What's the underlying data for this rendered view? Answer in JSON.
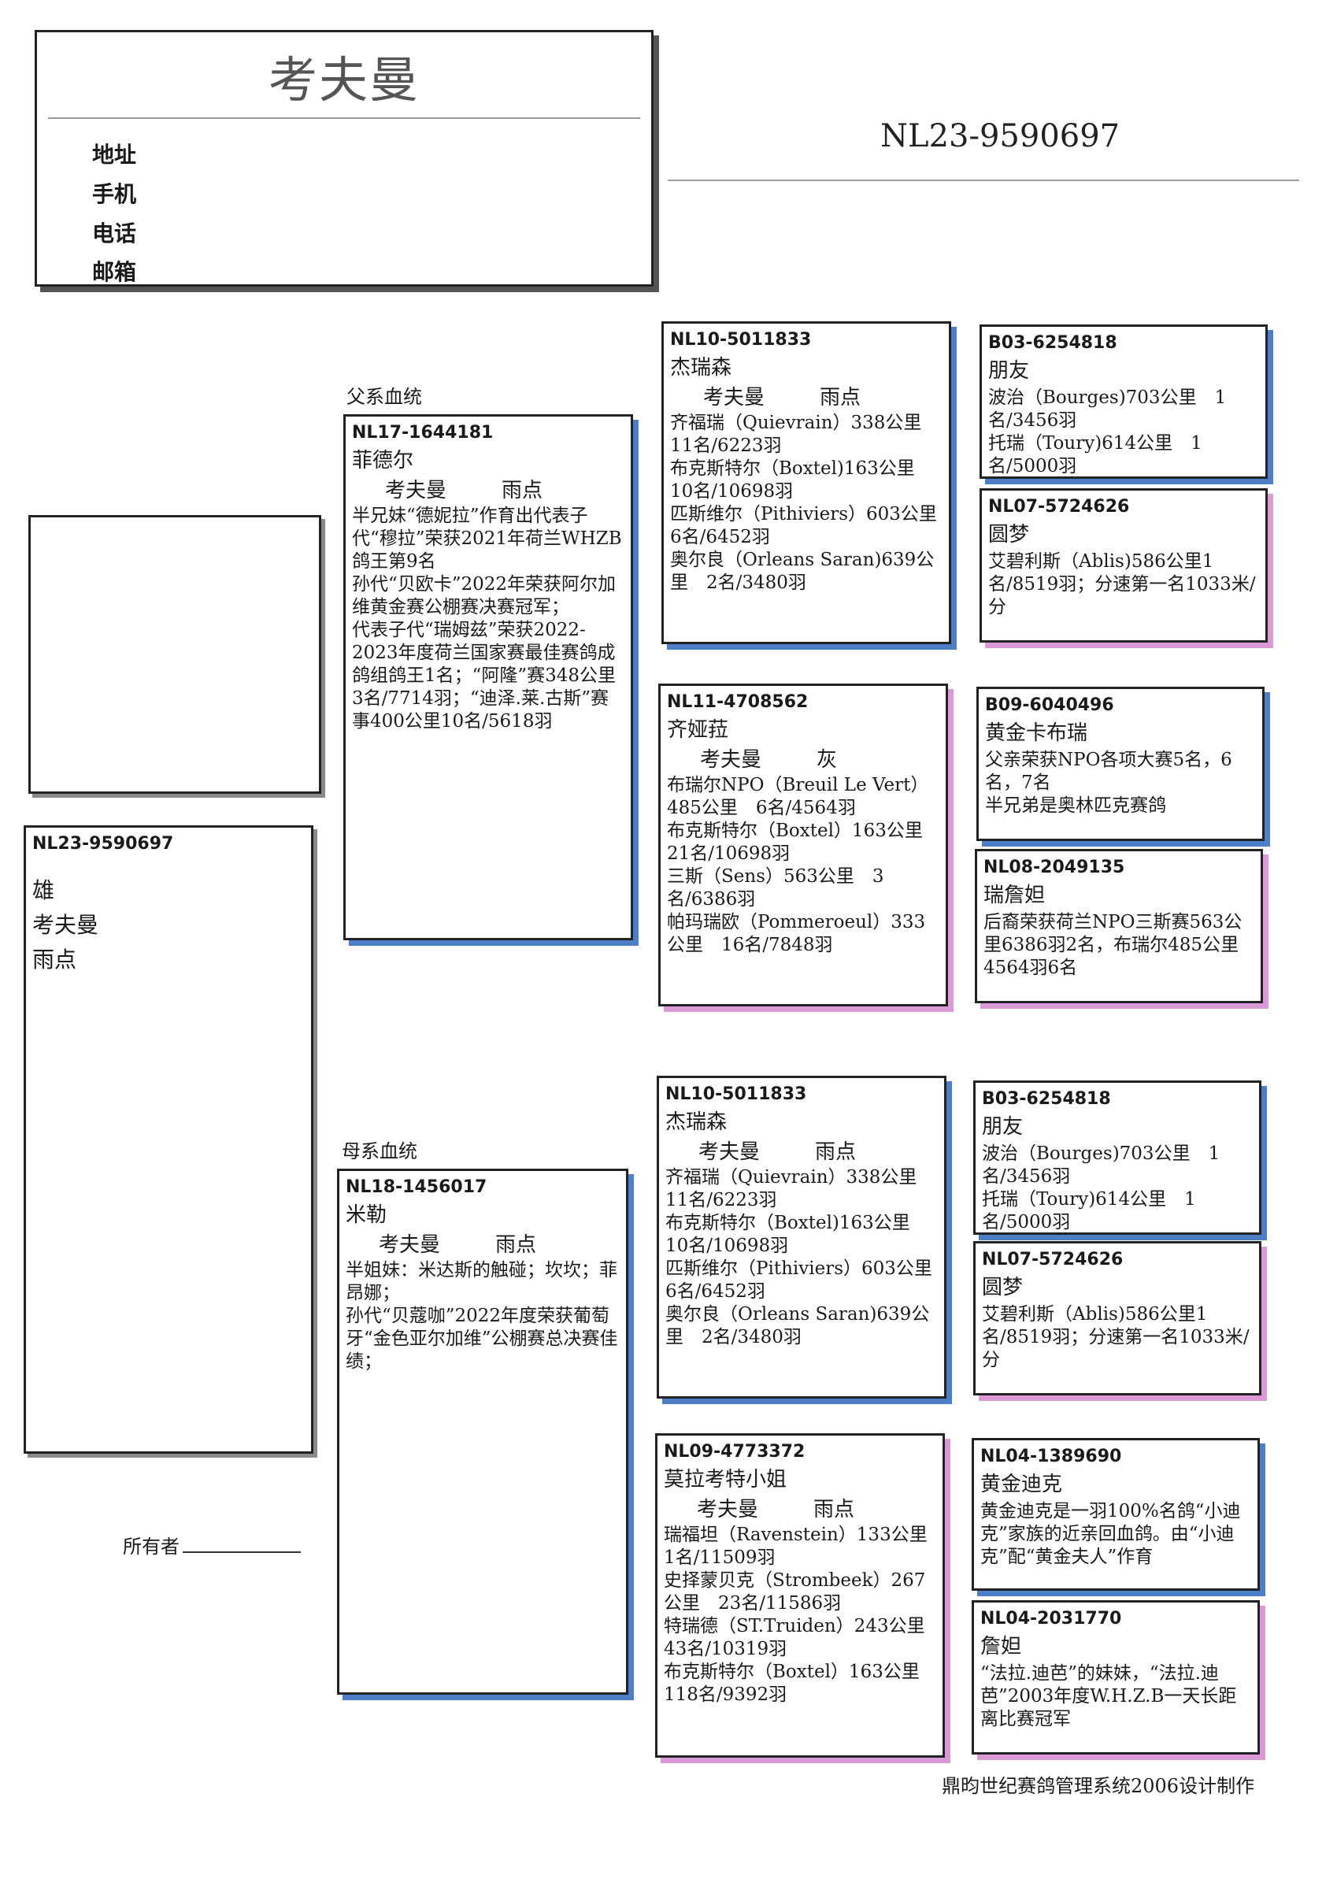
{
  "header": {
    "owner_name": "考夫曼",
    "labels": [
      "地址",
      "手机",
      "电话",
      "邮箱"
    ]
  },
  "ring_number": "NL23-9590697",
  "subject": {
    "ring": "NL23-9590697",
    "sex": "雄",
    "breeder": "考夫曼",
    "color": "雨点"
  },
  "sections": {
    "sire_label": "父系血统",
    "dam_label": "母系血统"
  },
  "owner": {
    "label": "所有者"
  },
  "footer": "鼎昀世纪赛鸽管理系统2006设计制作",
  "sire": {
    "ring": "NL17-1644181",
    "name": "菲德尔",
    "breeder": "考夫曼",
    "color": "雨点",
    "lines": [
      "半兄妹“德妮拉”作育出代表子代“穆拉”荣获2021年荷兰WHZB鸽王第9名",
      "孙代“贝欧卡”2022年荣获阿尔加维黄金赛公棚赛决赛冠军；",
      "代表子代“瑞姆兹”荣获2022-2023年度荷兰国家赛最佳赛鸽成鸽组鸽王1名；“阿隆”赛348公里3名/7714羽；“迪泽.莱.古斯”赛事400公里10名/5618羽"
    ]
  },
  "dam": {
    "ring": "NL18-1456017",
    "name": "米勒",
    "breeder": "考夫曼",
    "color": "雨点",
    "lines": [
      "半姐妹：米达斯的触碰；坎坎；菲昂娜；",
      "孙代“贝蔻咖”2022年度荣获葡萄牙“金色亚尔加维”公棚赛总决赛佳绩；"
    ]
  },
  "ss": {
    "ring": "NL10-5011833",
    "name": "杰瑞森",
    "breeder": "考夫曼",
    "color": "雨点",
    "lines": [
      "齐福瑞（Quievrain）338公里　11名/6223羽",
      "布克斯特尔（Boxtel)163公里　10名/10698羽",
      "匹斯维尔（Pithiviers）603公里　6名/6452羽",
      "奥尔良（Orleans Saran)639公里　2名/3480羽"
    ]
  },
  "sd": {
    "ring": "NL11-4708562",
    "name": "齐娅菈",
    "breeder": "考夫曼",
    "color": "灰",
    "lines": [
      "布瑞尔NPO（Breuil Le Vert）485公里　6名/4564羽",
      "布克斯特尔（Boxtel）163公里　21名/10698羽",
      "三斯（Sens）563公里　3名/6386羽",
      "帕玛瑞欧（Pommeroeul）333公里　16名/7848羽"
    ]
  },
  "ds": {
    "ring": "NL10-5011833",
    "name": "杰瑞森",
    "breeder": "考夫曼",
    "color": "雨点",
    "lines": [
      "齐福瑞（Quievrain）338公里　11名/6223羽",
      "布克斯特尔（Boxtel)163公里　10名/10698羽",
      "匹斯维尔（Pithiviers）603公里　6名/6452羽",
      "奥尔良（Orleans Saran)639公里　2名/3480羽"
    ]
  },
  "dd": {
    "ring": "NL09-4773372",
    "name": "莫拉考特小姐",
    "breeder": "考夫曼",
    "color": "雨点",
    "lines": [
      "瑞福坦（Ravenstein）133公里　1名/11509羽",
      "史择蒙贝克（Strombeek）267公里　23名/11586羽",
      "特瑞德（ST.Truiden）243公里　43名/10319羽",
      "布克斯特尔（Boxtel）163公里　118名/9392羽"
    ]
  },
  "sss": {
    "ring": "B03-6254818",
    "name": "朋友",
    "lines": [
      "波治（Bourges)703公里　1名/3456羽",
      "托瑞（Toury)614公里　1名/5000羽"
    ]
  },
  "ssd": {
    "ring": "NL07-5724626",
    "name": "圆梦",
    "lines": [
      "艾碧利斯（Ablis)586公里1名/8519羽；分速第一名1033米/分"
    ]
  },
  "sds": {
    "ring": "B09-6040496",
    "name": "黄金卡布瑞",
    "lines": [
      "父亲荣获NPO各项大赛5名，6名，7名",
      "半兄弟是奥林匹克赛鸽"
    ]
  },
  "sdd": {
    "ring": "NL08-2049135",
    "name": "瑞詹妲",
    "lines": [
      "后裔荣获荷兰NPO三斯赛563公里6386羽2名，布瑞尔485公里4564羽6名"
    ]
  },
  "dss": {
    "ring": "B03-6254818",
    "name": "朋友",
    "lines": [
      "波治（Bourges)703公里　1名/3456羽",
      "托瑞（Toury)614公里　1名/5000羽"
    ]
  },
  "dsd": {
    "ring": "NL07-5724626",
    "name": "圆梦",
    "lines": [
      "艾碧利斯（Ablis)586公里1名/8519羽；分速第一名1033米/分"
    ]
  },
  "dds": {
    "ring": "NL04-1389690",
    "name": "黄金迪克",
    "lines": [
      "黄金迪克是一羽100%名鸽“小迪克”家族的近亲回血鸽。由“小迪克”配“黄金夫人”作育"
    ]
  },
  "ddd": {
    "ring": "NL04-2031770",
    "name": "詹妲",
    "lines": [
      "“法拉.迪芭”的妹妹，“法拉.迪芭”2003年度W.H.Z.B一天长距离比赛冠军"
    ]
  }
}
